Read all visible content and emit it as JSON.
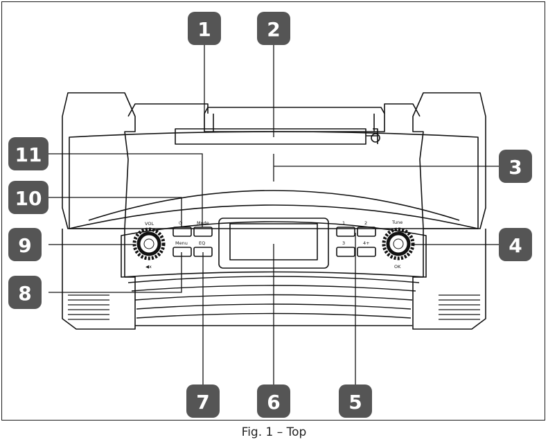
{
  "figure": {
    "caption": "Fig. 1 – Top"
  },
  "device_labels": {
    "vol": "VOL",
    "mute_knob": "◀x",
    "power": "⏻",
    "mode": "Mode",
    "menu": "Menu",
    "eq": "EQ",
    "preset_1": "1",
    "preset_2": "2",
    "preset_3": "3",
    "preset_4": "4+",
    "tune": "Tune",
    "ok": "OK"
  },
  "callouts": [
    "1",
    "2",
    "3",
    "4",
    "5",
    "6",
    "7",
    "8",
    "9",
    "10",
    "11"
  ],
  "colors": {
    "callout_fill": "#555555",
    "line": "#111111"
  }
}
